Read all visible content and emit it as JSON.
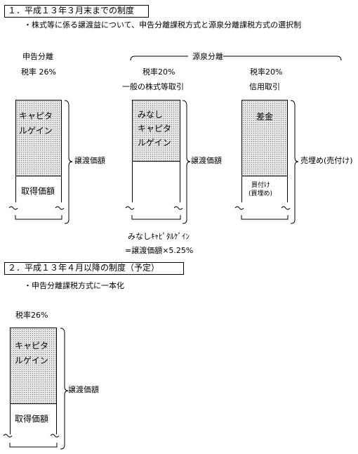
{
  "section1": {
    "heading": "１．平成１３年３月末までの制度",
    "bullet": "・株式等に係る譲渡益について、申告分離課税方式と源泉分離課税方式の選択制",
    "col_shinkoku": {
      "title": "申告分離",
      "rate": "税率 26%",
      "upper": [
        "キャピタ",
        "ルゲイン"
      ],
      "lower": "取得価額",
      "brace_label": "譲渡価額"
    },
    "gensen_group_label": "源泉分離",
    "col_ippan": {
      "rate": "税率20%",
      "title": "一般の株式等取引",
      "upper": [
        "みなし",
        "キャピタ",
        "ルゲイン"
      ],
      "brace_label": "譲渡価額"
    },
    "col_shinyo": {
      "rate": "税率20%",
      "title": "信用取引",
      "upper": "差金",
      "lower": [
        "買付け",
        "(買埋め)"
      ],
      "brace_label": "売埋め(売付け)"
    },
    "formula": [
      "みなしｷｬﾋﾟﾀﾙｹﾞｲﾝ",
      "=譲渡価額×5.25%"
    ]
  },
  "section2": {
    "heading": "２．平成１３年４月以降の制度（予定）",
    "bullet": "・申告分離課税方式に一本化",
    "rate": "税率26%",
    "upper": [
      "キャピタ",
      "ルゲイン"
    ],
    "lower": "取得価額",
    "brace_label": "譲渡価額"
  },
  "colors": {
    "line": "#000000",
    "hatch_bg": "#e6e6e6",
    "hatch_dot": "#7a7a7a"
  }
}
